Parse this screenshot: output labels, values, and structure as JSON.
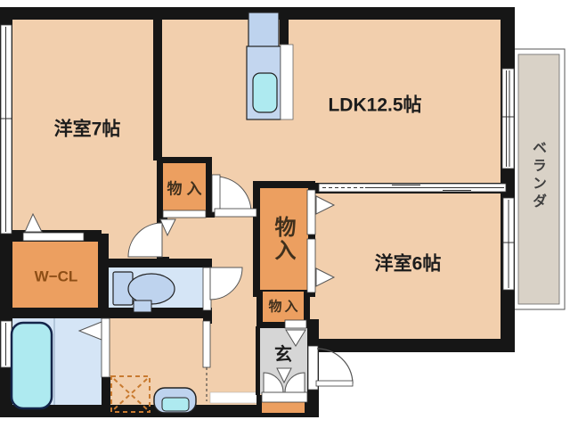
{
  "floorplan": {
    "rooms": {
      "western_room_7": {
        "label": "洋室7帖"
      },
      "ldk": {
        "label": "LDK12.5帖"
      },
      "western_room_6": {
        "label": "洋室6帖"
      },
      "veranda": {
        "label": "ベランダ"
      },
      "walk_in_closet": {
        "label": "W−CL"
      },
      "entrance": {
        "label": "玄"
      },
      "storage_hall": {
        "label": "物入"
      },
      "storage_bedroom": {
        "label": "物入"
      },
      "storage_entry": {
        "label": "物入"
      }
    },
    "colors": {
      "wall": "#161616",
      "floor": "#f2cfad",
      "storage": "#ec9f60",
      "water": "#d5e5f6",
      "tub": "#aeeaf0",
      "fixture": "#bed3ee",
      "genkan": "#d6d6d6",
      "veranda": "#d9d2c7",
      "label": "#1c1c1c",
      "storage_label": "#40301d",
      "wcl_label": "#8d4e16"
    }
  }
}
